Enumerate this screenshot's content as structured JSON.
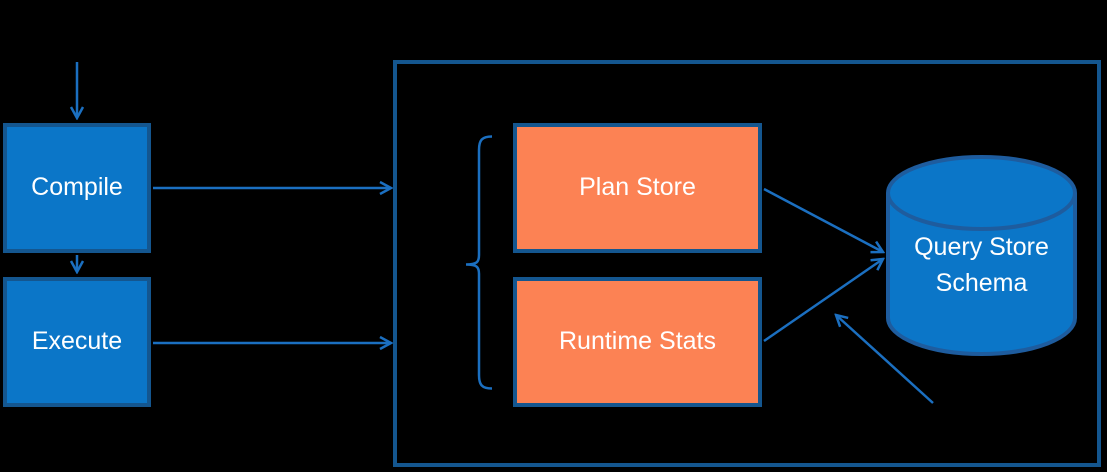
{
  "colors": {
    "background": "#000000",
    "node_fill_blue": "#0B76C8",
    "node_fill_orange": "#FC8254",
    "node_border": "#14568F",
    "connector": "#1B6FC0",
    "cylinder_stroke": "#1E5C9E",
    "text": "#FFFFFF"
  },
  "nodes": {
    "compile": {
      "label": "Compile",
      "shape": "rectangle",
      "fill": "#0B76C8"
    },
    "execute": {
      "label": "Execute",
      "shape": "rectangle",
      "fill": "#0B76C8"
    },
    "plan_store": {
      "label": "Plan Store",
      "shape": "rectangle",
      "fill": "#FC8254"
    },
    "runtime_stats": {
      "label": "Runtime Stats",
      "shape": "rectangle",
      "fill": "#FC8254"
    },
    "query_store_schema": {
      "label": "Query Store Schema",
      "lines": [
        "Query Store",
        "Schema"
      ],
      "shape": "cylinder",
      "fill": "#0B76C8"
    }
  },
  "edges": [
    {
      "from": "top",
      "to": "compile",
      "type": "arrow"
    },
    {
      "from": "compile",
      "to": "execute",
      "type": "arrow"
    },
    {
      "from": "compile",
      "to": "outer-boundary",
      "type": "arrow"
    },
    {
      "from": "execute",
      "to": "outer-boundary",
      "type": "arrow"
    },
    {
      "from": "plan_store",
      "to": "query_store_schema",
      "type": "arrow"
    },
    {
      "from": "runtime_stats",
      "to": "query_store_schema",
      "type": "arrow"
    },
    {
      "from": "bottom-area",
      "to": "query_store_schema",
      "type": "arrow"
    }
  ],
  "annotations": {
    "bracket": "left brace grouping Plan Store and Runtime Stats"
  }
}
